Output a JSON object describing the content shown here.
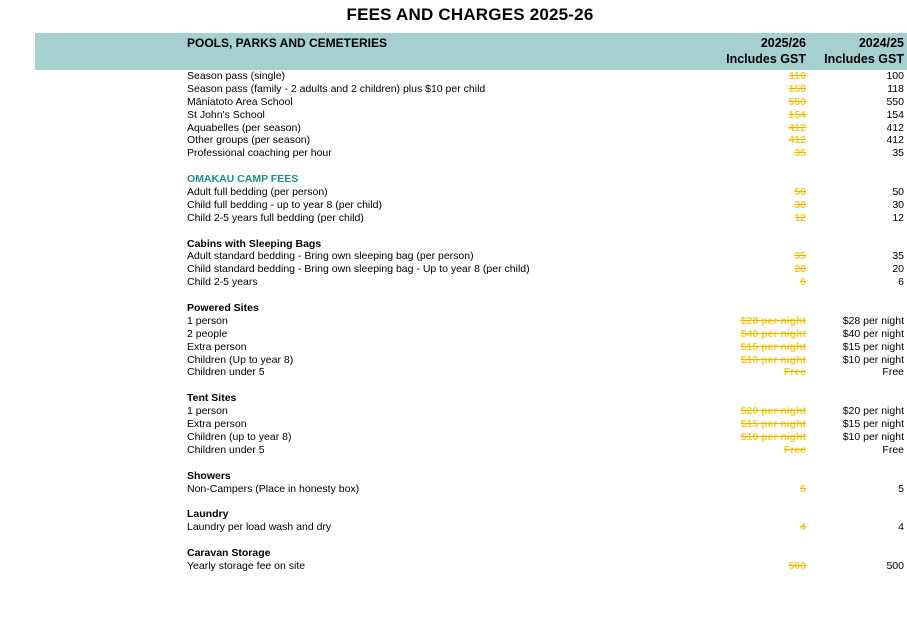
{
  "document": {
    "title": "FEES AND CHARGES 2025-26",
    "section": "POOLS, PARKS AND CEMETERIES",
    "col1_line1": "2025/26",
    "col1_line2": "Includes GST",
    "col2_line1": "2024/25",
    "col2_line2": "Includes GST"
  },
  "colors": {
    "header_band": "#a6cfd0",
    "new_value": "#f5cc2a",
    "teal_heading": "#1a8d8f"
  },
  "rows": [
    {
      "type": "item",
      "label": "Season pass (single)",
      "v1": "110",
      "v2": "100"
    },
    {
      "type": "item",
      "label": "Season pass (family - 2 adults and 2 children) plus $10 per child",
      "v1": "150",
      "v2": "118"
    },
    {
      "type": "item",
      "label": "Māniatoto Area School",
      "v1": "550",
      "v2": "550"
    },
    {
      "type": "item",
      "label": "St John's School",
      "v1": "154",
      "v2": "154"
    },
    {
      "type": "item",
      "label": "Aquabelles (per season)",
      "v1": "412",
      "v2": "412"
    },
    {
      "type": "item",
      "label": "Other groups (per season)",
      "v1": "412",
      "v2": "412"
    },
    {
      "type": "item",
      "label": "Professional coaching per hour",
      "v1": "35",
      "v2": "35"
    },
    {
      "type": "gap"
    },
    {
      "type": "heading",
      "style": "teal",
      "label": "OMAKAU CAMP FEES"
    },
    {
      "type": "item",
      "label": "Adult full bedding (per person)",
      "v1": "50",
      "v2": "50"
    },
    {
      "type": "item",
      "label": "Child full bedding - up to year 8 (per child)",
      "v1": "30",
      "v2": "30"
    },
    {
      "type": "item",
      "label": "Child 2-5 years full bedding (per child)",
      "v1": "12",
      "v2": "12"
    },
    {
      "type": "gap"
    },
    {
      "type": "heading",
      "label": "Cabins with Sleeping Bags"
    },
    {
      "type": "item",
      "label": "Adult standard bedding - Bring own sleeping bag (per person)",
      "v1": "35",
      "v2": "35"
    },
    {
      "type": "item",
      "label": "Child standard bedding - Bring own sleeping bag - Up to year 8 (per child)",
      "v1": "20",
      "v2": "20"
    },
    {
      "type": "item",
      "label": "Child 2-5 years",
      "v1": "6",
      "v2": "6"
    },
    {
      "type": "gap"
    },
    {
      "type": "heading",
      "label": "Powered Sites"
    },
    {
      "type": "item",
      "label": "1 person",
      "v1": "$28 per night",
      "v2": "$28 per night"
    },
    {
      "type": "item",
      "label": "2 people",
      "v1": "$40 per night",
      "v2": "$40 per night"
    },
    {
      "type": "item",
      "label": "Extra person",
      "v1": "$15 per night",
      "v2": "$15 per night"
    },
    {
      "type": "item",
      "label": "Children (Up to year 8)",
      "v1": "$10 per night",
      "v2": "$10 per night"
    },
    {
      "type": "item",
      "label": "Children under 5",
      "v1": "Free",
      "v2": "Free"
    },
    {
      "type": "gap"
    },
    {
      "type": "heading",
      "label": "Tent Sites"
    },
    {
      "type": "item",
      "label": "1 person",
      "v1": "$20 per night",
      "v2": "$20 per night"
    },
    {
      "type": "item",
      "label": "Extra person",
      "v1": "$15 per night",
      "v2": "$15 per night"
    },
    {
      "type": "item",
      "label": "Children (up to year 8)",
      "v1": "$10 per night",
      "v2": "$10 per night"
    },
    {
      "type": "item",
      "label": "Children under 5",
      "v1": "Free",
      "v2": "Free"
    },
    {
      "type": "gap"
    },
    {
      "type": "heading",
      "label": "Showers"
    },
    {
      "type": "item",
      "label": "Non-Campers (Place in honesty box)",
      "v1": "5",
      "v2": "5"
    },
    {
      "type": "gap"
    },
    {
      "type": "heading",
      "label": "Laundry"
    },
    {
      "type": "item",
      "label": "Laundry per load wash and dry",
      "v1": "4",
      "v2": "4"
    },
    {
      "type": "gap"
    },
    {
      "type": "heading",
      "label": "Caravan Storage"
    },
    {
      "type": "item",
      "label": "Yearly storage fee on site",
      "v1": "500",
      "v2": "500"
    }
  ]
}
